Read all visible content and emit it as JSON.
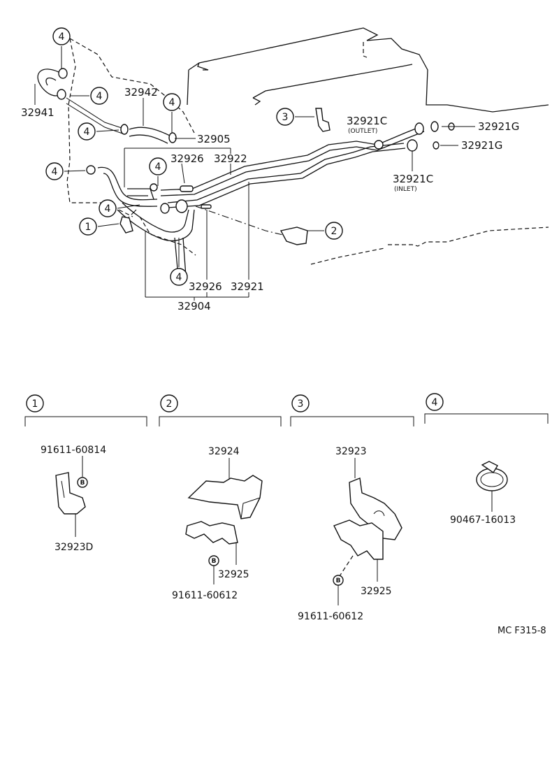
{
  "diagram": {
    "callouts": {
      "c1": "1",
      "c2": "2",
      "c3": "3",
      "c4": "4"
    },
    "labels": {
      "p32941": "32941",
      "p32942": "32942",
      "p32905": "32905",
      "p32926_top": "32926",
      "p32922": "32922",
      "p32926_bot": "32926",
      "p32921": "32921",
      "p32904": "32904",
      "p32921c_outlet": "32921C",
      "outlet_note": "(OUTLET)",
      "p32921g_top": "32921G",
      "p32921g_bot": "32921G",
      "p32921c_inlet": "32921C",
      "inlet_note": "(INLET)"
    },
    "detail_panels": [
      {
        "number": "1",
        "parts": {
          "bolt": "91611-60814",
          "bracket": "32923D"
        }
      },
      {
        "number": "2",
        "parts": {
          "bracket": "32924",
          "clamp": "32925",
          "bolt": "91611-60612"
        }
      },
      {
        "number": "3",
        "parts": {
          "bracket": "32923",
          "clamp": "32925",
          "bolt": "91611-60612"
        }
      },
      {
        "number": "4",
        "parts": {
          "clip": "90467-16013"
        }
      }
    ],
    "bolt_marker": "B",
    "figure_code": "MC F315-8"
  }
}
